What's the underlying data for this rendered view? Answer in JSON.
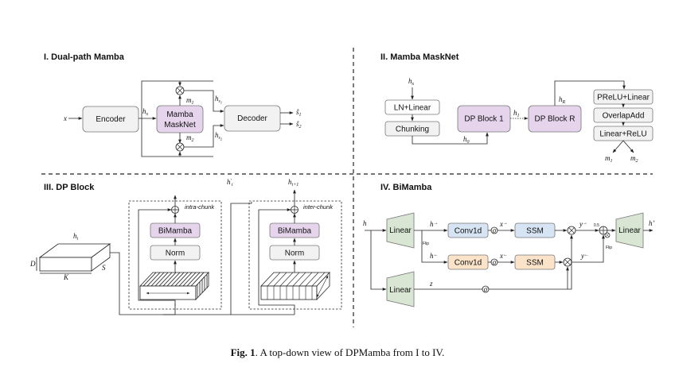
{
  "sections": {
    "s1": "I. Dual-path Mamba",
    "s2": "II. Mamba MaskNet",
    "s3": "III. DP Block",
    "s4": "IV. BiMamba"
  },
  "p1": {
    "x": "x",
    "encoder": "Encoder",
    "hx": "h",
    "hx_sub": "x",
    "mamba": "Mamba",
    "masknet": "MaskNet",
    "m1": "m",
    "m1_sub": "1",
    "m2": "m",
    "m2_sub": "2",
    "hs1": "h",
    "hs1_sub": "s",
    "hs1_subsub": "1",
    "hs2": "h",
    "hs2_sub": "s",
    "hs2_subsub": "2",
    "decoder": "Decoder",
    "s1hat": "ŝ",
    "s1hat_sub": "1",
    "s2hat": "ŝ",
    "s2hat_sub": "2"
  },
  "p2": {
    "hx": "h",
    "hx_sub": "x",
    "ln": "LN+Linear",
    "chunk": "Chunking",
    "h0": "h",
    "h0_sub": "0",
    "dp1": "DP Block 1",
    "h1": "h",
    "h1_sub": "1",
    "dpr": "DP Block R",
    "hr": "h",
    "hr_sub": "R",
    "prelu": "PReLU+Linear",
    "overlap": "OverlapAdd",
    "linrelu": "Linear+ReLU",
    "m1": "m",
    "m1_sub": "1",
    "m2": "m",
    "m2_sub": "2"
  },
  "p3": {
    "hi": "h",
    "hi_sub": "i",
    "D": "D",
    "K": "K",
    "S": "S",
    "hip": "h",
    "hip_sub": "i",
    "hip_prime": "′",
    "hi1": "h",
    "hi1_sub": "i+1",
    "intra": "intra-chunk",
    "inter": "inter-chunk",
    "bimamba1": "BiMamba",
    "norm1": "Norm",
    "bimamba2": "BiMamba",
    "norm2": "Norm"
  },
  "p4": {
    "h": "h",
    "linear1": "Linear",
    "hf": "h",
    "hf_sup": "→",
    "flip1": "Flip",
    "hb": "h",
    "hb_sup": "←",
    "conv1": "Conv1d",
    "conv2": "Conv1d",
    "xf": "x",
    "xf_sup": "→",
    "xb": "x",
    "xb_sup": "←",
    "sigma1": "σ",
    "sigma2": "σ",
    "sigma3": "σ",
    "ssm1": "SSM",
    "ssm2": "SSM",
    "yf": "y",
    "yf_sup": "→",
    "yb": "y",
    "yb_sup": "←",
    "half": "0.5",
    "flip2": "Flip",
    "linear2": "Linear",
    "linear3": "Linear",
    "z": "z",
    "hout": "h",
    "hout_sup": "+"
  },
  "caption": {
    "bold": "Fig. 1",
    "text": ". A top-down view of DPMamba from I to IV."
  },
  "colors": {
    "gray": "#f2f2f2",
    "purple": "#e5d4ec",
    "blue": "#d6e4f4",
    "orange": "#fbe3c9",
    "green": "#d9e6d3"
  }
}
